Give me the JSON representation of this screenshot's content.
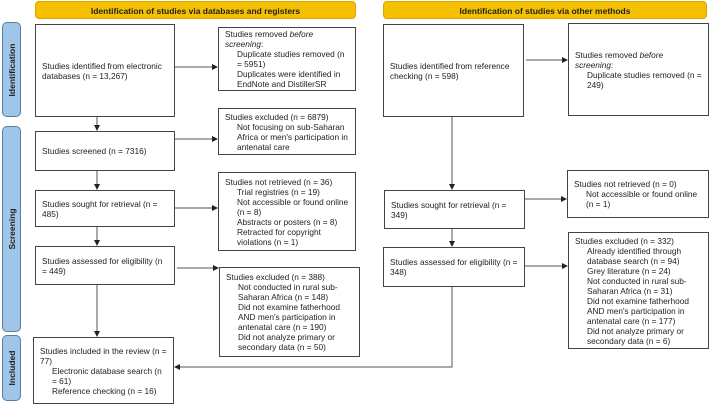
{
  "headers": {
    "left": "Identification of studies via databases and registers",
    "right": "Identification of studies via other methods"
  },
  "phases": {
    "identification": "Identification",
    "screening": "Screening",
    "included": "Included"
  },
  "left": {
    "identified": "Studies identified from electronic databases (n = 13,267)",
    "removed": {
      "title_a": "Studies removed ",
      "title_em": "before screening",
      "title_b": ":",
      "items": [
        "Duplicate studies removed (n = 5951)",
        "Duplicates were identified in EndNote and DistillerSR"
      ]
    },
    "screened": "Studies screened (n = 7316)",
    "excluded_screen": {
      "title": "Studies excluded (n = 6879)",
      "items": [
        "Not focusing on sub-Saharan Africa or men's participation in antenatal care"
      ]
    },
    "sought": "Studies sought for retrieval (n = 485)",
    "not_retrieved": {
      "title": "Studies not retrieved (n = 36)",
      "items": [
        "Trial registries (n = 19)",
        "Not accessible or found online (n = 8)",
        "Abstracts or posters (n = 8)",
        "Retracted for copyright violations (n = 1)"
      ]
    },
    "assessed": "Studies assessed for eligibility (n = 449)",
    "excluded_elig": {
      "title": "Studies excluded (n = 388)",
      "items": [
        "Not conducted in rural sub-Saharan Africa (n = 148)",
        "Did not examine fatherhood AND men's participation in antenatal care (n = 190)",
        "Did not analyze primary or secondary data (n = 50)"
      ]
    },
    "included": {
      "title": "Studies included in the review (n = 77)",
      "items": [
        "Electronic database search (n = 61)",
        "Reference checking (n = 16)"
      ]
    }
  },
  "right": {
    "identified": "Studies identified from reference checking (n = 598)",
    "removed": {
      "title_a": "Studies removed ",
      "title_em": "before screening",
      "title_b": ":",
      "items": [
        "Duplicate studies removed (n = 249)"
      ]
    },
    "sought": "Studies sought for retrieval (n = 349)",
    "not_retrieved": {
      "title": "Studies not retrieved (n = 0)",
      "items": [
        "Not accessible or found online (n = 1)"
      ]
    },
    "assessed": "Studies assessed for eligibility (n = 348)",
    "excluded": {
      "title": "Studies excluded (n = 332)",
      "items": [
        "Already identified through database search (n = 94)",
        "Grey literature (n = 24)",
        "Not conducted in rural sub-Saharan Africa (n = 31)",
        "Did not examine fatherhood AND men's participation in antenatal care (n = 177)",
        "Did not analyze primary or secondary data (n = 6)"
      ]
    }
  },
  "colors": {
    "header": "#f5c000",
    "phase": "#9fc5e8"
  }
}
